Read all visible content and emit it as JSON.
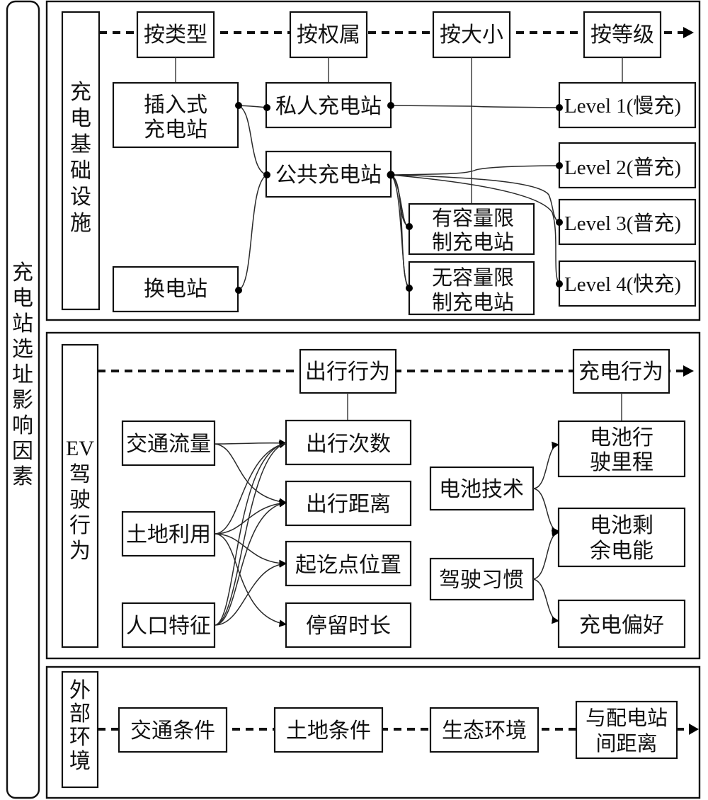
{
  "title_vertical": "充电站选址影响因素",
  "sections": {
    "infrastructure": {
      "label": "充电基础设施",
      "categories": [
        "按类型",
        "按权属",
        "按大小",
        "按等级"
      ],
      "by_type": {
        "plugin_line1": "插入式",
        "plugin_line2": "充电站",
        "swap": "换电站"
      },
      "by_ownership": {
        "private": "私人充电站",
        "public": "公共充电站"
      },
      "by_size": {
        "limited_line1": "有容量限",
        "limited_line2": "制充电站",
        "unlimited_line1": "无容量限",
        "unlimited_line2": "制充电站"
      },
      "by_level": [
        "Level 1(慢充)",
        "Level 2(普充)",
        "Level 3(普充)",
        "Level 4(快充)"
      ]
    },
    "ev_behavior": {
      "label_line1": "EV",
      "label_chars": [
        "驾",
        "驶",
        "行",
        "为"
      ],
      "categories": [
        "出行行为",
        "充电行为"
      ],
      "travel_factors": [
        "交通流量",
        "土地利用",
        "人口特征"
      ],
      "travel_outcomes": [
        "出行次数",
        "出行距离",
        "起讫点位置",
        "停留时长"
      ],
      "charging_factors": [
        "电池技术",
        "驾驶习惯"
      ],
      "charging_outcomes": [
        {
          "line1": "电池行",
          "line2": "驶里程"
        },
        {
          "line1": "电池剩",
          "line2": "余电能"
        },
        {
          "line1": "充电偏好",
          "line2": ""
        }
      ]
    },
    "external": {
      "label_chars": [
        "外",
        "部",
        "环",
        "境"
      ],
      "items": [
        "交通条件",
        "土地条件",
        "生态环境"
      ],
      "last_item_line1": "与配电站",
      "last_item_line2": "间距离"
    }
  }
}
